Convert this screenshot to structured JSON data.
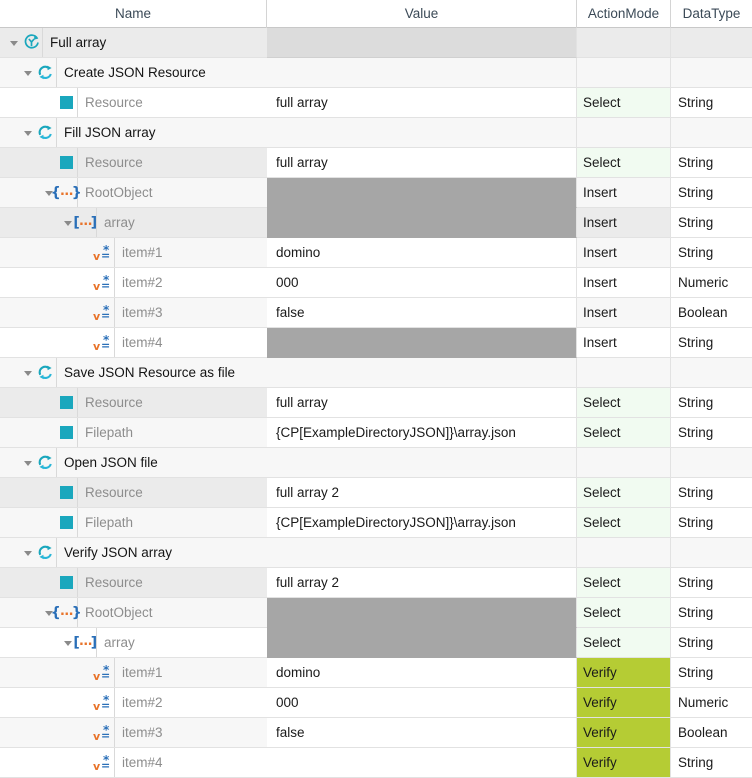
{
  "columns": {
    "name": "Name",
    "value": "Value",
    "action_mode": "ActionMode",
    "data_type": "DataType"
  },
  "colors": {
    "teal": "#1aa7bd",
    "verify_bg": "#b5cc34",
    "select_bg": "#f1fbf1",
    "value_gray": "#a6a6a6",
    "root_gray": "#dcdcdc",
    "brace_blue": "#2a6fb8",
    "accent_orange": "#e8732a"
  },
  "rows": [
    {
      "indent": 0,
      "twisty": "open",
      "icon": "root-testcase-icon",
      "name": "Full array",
      "name_style": "strong",
      "value": "",
      "value_fill": "lightgray",
      "mode": "",
      "mode_style": "blank",
      "dtype": "",
      "row_bg": "alt2"
    },
    {
      "indent": 1,
      "twisty": "open",
      "icon": "refresh-action-icon",
      "name": "Create JSON Resource",
      "name_style": "strong",
      "value": "",
      "value_fill": "none",
      "mode": "",
      "mode_style": "blank",
      "dtype": "",
      "row_bg": "alt1"
    },
    {
      "indent": 2,
      "twisty": "none",
      "icon": "teal-square-icon",
      "name": "Resource",
      "name_style": "dim",
      "value": "full array",
      "value_fill": "white",
      "mode": "Select",
      "mode_style": "select",
      "dtype": "String",
      "row_bg": "alt0"
    },
    {
      "indent": 1,
      "twisty": "open",
      "icon": "refresh-action-icon",
      "name": "Fill JSON array",
      "name_style": "strong",
      "value": "",
      "value_fill": "none",
      "mode": "",
      "mode_style": "blank",
      "dtype": "",
      "row_bg": "alt1"
    },
    {
      "indent": 2,
      "twisty": "none",
      "icon": "teal-square-icon",
      "name": "Resource",
      "name_style": "dim",
      "value": "full array",
      "value_fill": "white",
      "mode": "Select",
      "mode_style": "select",
      "dtype": "String",
      "row_bg": "alt2"
    },
    {
      "indent": 2,
      "twisty": "open",
      "icon": "json-object-icon",
      "name": "RootObject",
      "name_style": "dim",
      "value": "",
      "value_fill": "gray",
      "mode": "Insert",
      "mode_style": "insert",
      "dtype": "String",
      "row_bg": "alt1"
    },
    {
      "indent": 3,
      "twisty": "open",
      "icon": "json-array-icon",
      "name": "array",
      "name_style": "dim",
      "value": "",
      "value_fill": "gray",
      "mode": "Insert",
      "mode_style": "insert",
      "dtype": "String",
      "row_bg": "alt2"
    },
    {
      "indent": 4,
      "twisty": "none",
      "icon": "json-item-icon",
      "name": "item#1",
      "name_style": "dim",
      "value": "domino",
      "value_fill": "white",
      "mode": "Insert",
      "mode_style": "insert",
      "dtype": "String",
      "row_bg": "alt1"
    },
    {
      "indent": 4,
      "twisty": "none",
      "icon": "json-item-icon",
      "name": "item#2",
      "name_style": "dim",
      "value": "000",
      "value_fill": "white",
      "mode": "Insert",
      "mode_style": "insert",
      "dtype": "Numeric",
      "row_bg": "alt0"
    },
    {
      "indent": 4,
      "twisty": "none",
      "icon": "json-item-icon",
      "name": "item#3",
      "name_style": "dim",
      "value": "false",
      "value_fill": "white",
      "mode": "Insert",
      "mode_style": "insert",
      "dtype": "Boolean",
      "row_bg": "alt1"
    },
    {
      "indent": 4,
      "twisty": "none",
      "icon": "json-item-icon",
      "name": "item#4",
      "name_style": "dim",
      "value": "",
      "value_fill": "gray",
      "mode": "Insert",
      "mode_style": "insert",
      "dtype": "String",
      "row_bg": "alt0"
    },
    {
      "indent": 1,
      "twisty": "open",
      "icon": "refresh-action-icon",
      "name": "Save JSON Resource as file",
      "name_style": "strong",
      "value": "",
      "value_fill": "none",
      "mode": "",
      "mode_style": "blank",
      "dtype": "",
      "row_bg": "alt1"
    },
    {
      "indent": 2,
      "twisty": "none",
      "icon": "teal-square-icon",
      "name": "Resource",
      "name_style": "dim",
      "value": "full array",
      "value_fill": "white",
      "mode": "Select",
      "mode_style": "select",
      "dtype": "String",
      "row_bg": "alt2"
    },
    {
      "indent": 2,
      "twisty": "none",
      "icon": "teal-square-icon",
      "name": "Filepath",
      "name_style": "dim",
      "value": "{CP[ExampleDirectoryJSON]}\\array.json",
      "value_fill": "white",
      "mode": "Select",
      "mode_style": "select",
      "dtype": "String",
      "row_bg": "alt1"
    },
    {
      "indent": 1,
      "twisty": "open",
      "icon": "refresh-action-icon",
      "name": "Open JSON file",
      "name_style": "strong",
      "value": "",
      "value_fill": "none",
      "mode": "",
      "mode_style": "blank",
      "dtype": "",
      "row_bg": "alt1"
    },
    {
      "indent": 2,
      "twisty": "none",
      "icon": "teal-square-icon",
      "name": "Resource",
      "name_style": "dim",
      "value": "full array 2",
      "value_fill": "white",
      "mode": "Select",
      "mode_style": "select",
      "dtype": "String",
      "row_bg": "alt2"
    },
    {
      "indent": 2,
      "twisty": "none",
      "icon": "teal-square-icon",
      "name": "Filepath",
      "name_style": "dim",
      "value": "{CP[ExampleDirectoryJSON]}\\array.json",
      "value_fill": "white",
      "mode": "Select",
      "mode_style": "select",
      "dtype": "String",
      "row_bg": "alt1"
    },
    {
      "indent": 1,
      "twisty": "open",
      "icon": "refresh-action-icon",
      "name": "Verify JSON array",
      "name_style": "strong",
      "value": "",
      "value_fill": "none",
      "mode": "",
      "mode_style": "blank",
      "dtype": "",
      "row_bg": "alt1"
    },
    {
      "indent": 2,
      "twisty": "none",
      "icon": "teal-square-icon",
      "name": "Resource",
      "name_style": "dim",
      "value": "full array 2",
      "value_fill": "white",
      "mode": "Select",
      "mode_style": "select",
      "dtype": "String",
      "row_bg": "alt2"
    },
    {
      "indent": 2,
      "twisty": "open",
      "icon": "json-object-icon",
      "name": "RootObject",
      "name_style": "dim",
      "value": "",
      "value_fill": "gray",
      "mode": "Select",
      "mode_style": "select",
      "dtype": "String",
      "row_bg": "alt1"
    },
    {
      "indent": 3,
      "twisty": "open",
      "icon": "json-array-icon",
      "name": "array",
      "name_style": "dim",
      "value": "",
      "value_fill": "gray",
      "mode": "Select",
      "mode_style": "select",
      "dtype": "String",
      "row_bg": "alt0"
    },
    {
      "indent": 4,
      "twisty": "none",
      "icon": "json-item-icon",
      "name": "item#1",
      "name_style": "dim",
      "value": "domino",
      "value_fill": "white",
      "mode": "Verify",
      "mode_style": "verify",
      "dtype": "String",
      "row_bg": "alt1"
    },
    {
      "indent": 4,
      "twisty": "none",
      "icon": "json-item-icon",
      "name": "item#2",
      "name_style": "dim",
      "value": "000",
      "value_fill": "white",
      "mode": "Verify",
      "mode_style": "verify",
      "dtype": "Numeric",
      "row_bg": "alt0"
    },
    {
      "indent": 4,
      "twisty": "none",
      "icon": "json-item-icon",
      "name": "item#3",
      "name_style": "dim",
      "value": "false",
      "value_fill": "white",
      "mode": "Verify",
      "mode_style": "verify",
      "dtype": "Boolean",
      "row_bg": "alt1"
    },
    {
      "indent": 4,
      "twisty": "none",
      "icon": "json-item-icon",
      "name": "item#4",
      "name_style": "dim",
      "value": "",
      "value_fill": "white",
      "mode": "Verify",
      "mode_style": "verify",
      "dtype": "String",
      "row_bg": "alt0"
    }
  ]
}
